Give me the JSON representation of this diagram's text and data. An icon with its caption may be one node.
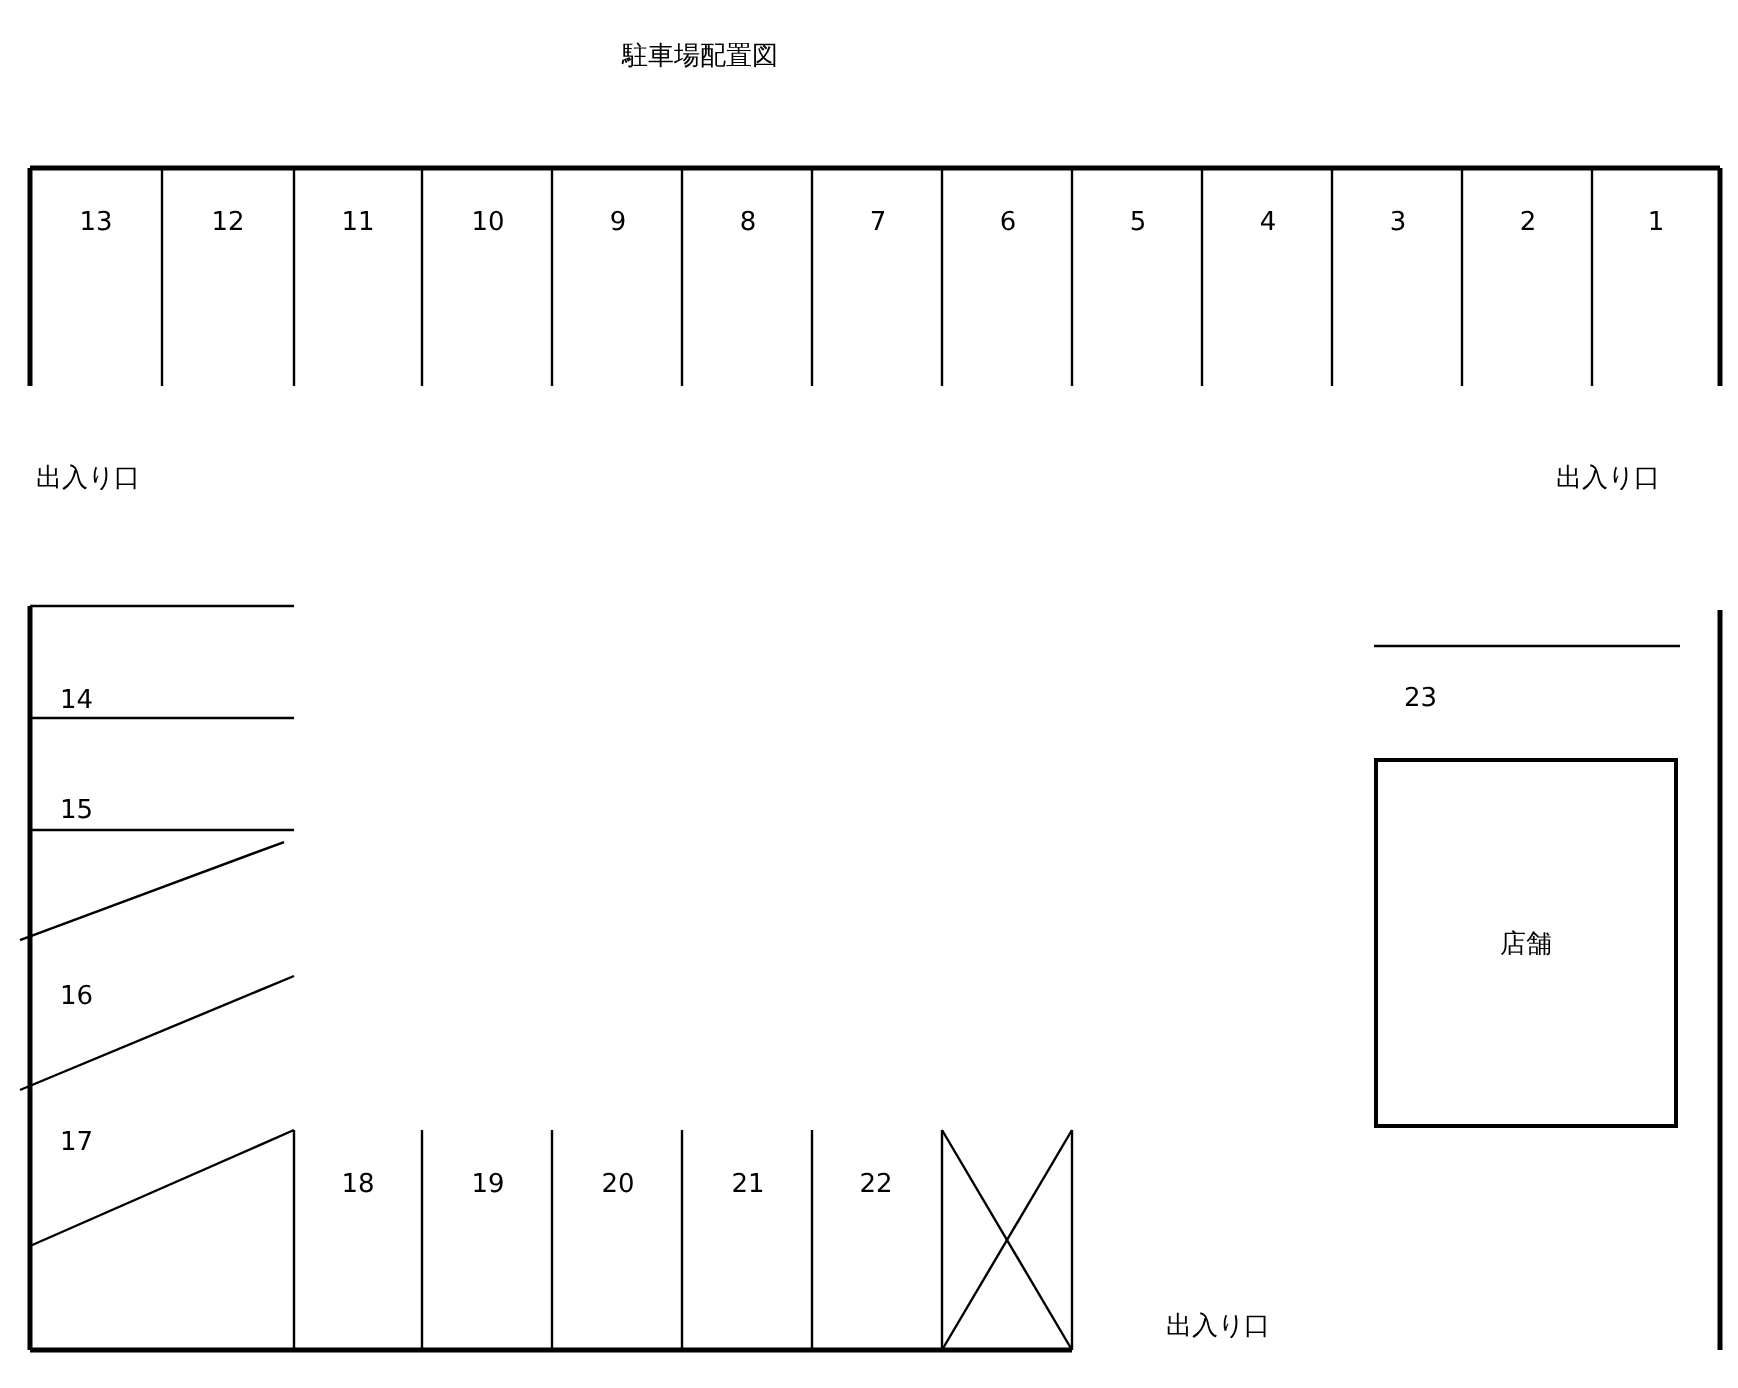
{
  "diagram": {
    "title": "駐車場配置図",
    "nodes": [
      {
        "text": [
          "店舗"
        ]
      }
    ],
    "labels": [
      "13",
      "12",
      "11",
      "10",
      "9",
      "8",
      "7",
      "6",
      "5",
      "4",
      "3",
      "2",
      "1",
      "出入り口",
      "出入り口",
      "14",
      "15",
      "16",
      "17",
      "23",
      "18",
      "19",
      "20",
      "21",
      "22",
      "出入り口"
    ]
  }
}
